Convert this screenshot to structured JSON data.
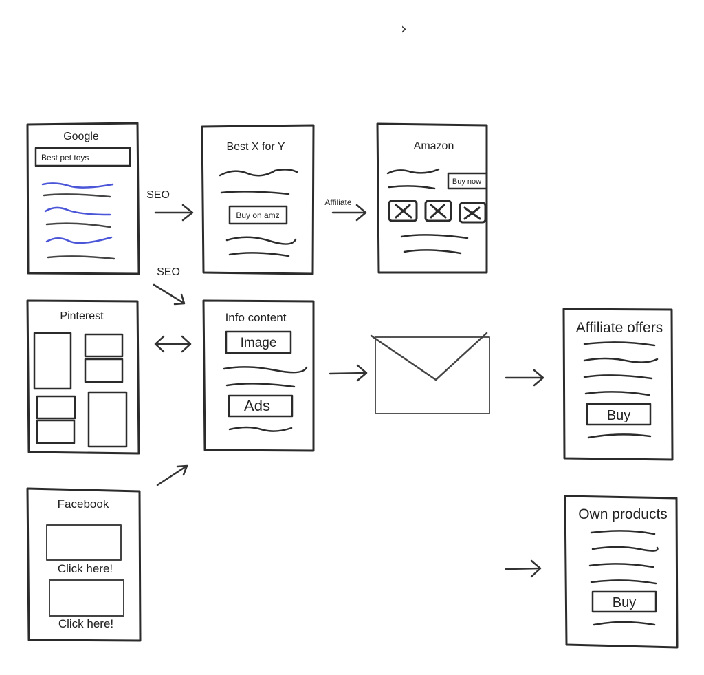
{
  "nav": {
    "next_icon": "chevron-right-icon",
    "next_glyph": "›"
  },
  "colors": {
    "ink": "#333333",
    "link_blue": "#4a55d8",
    "frame": "#2b2b2b"
  },
  "google": {
    "title": "Google",
    "search_value": "Best pet toys"
  },
  "best": {
    "title": "Best X for Y",
    "button": "Buy on amz"
  },
  "amazon": {
    "title": "Amazon",
    "button": "Buy now"
  },
  "pinterest": {
    "title": "Pinterest"
  },
  "info": {
    "title": "Info content",
    "image_label": "Image",
    "ads_label": "Ads"
  },
  "facebook": {
    "title": "Facebook",
    "cta1": "Click here!",
    "cta2": "Click here!"
  },
  "offers": {
    "title": "Affiliate offers",
    "button": "Buy"
  },
  "own": {
    "title": "Own products",
    "button": "Buy"
  },
  "edges": {
    "seo1": "SEO",
    "seo2": "SEO",
    "affiliate": "Affiliate"
  }
}
